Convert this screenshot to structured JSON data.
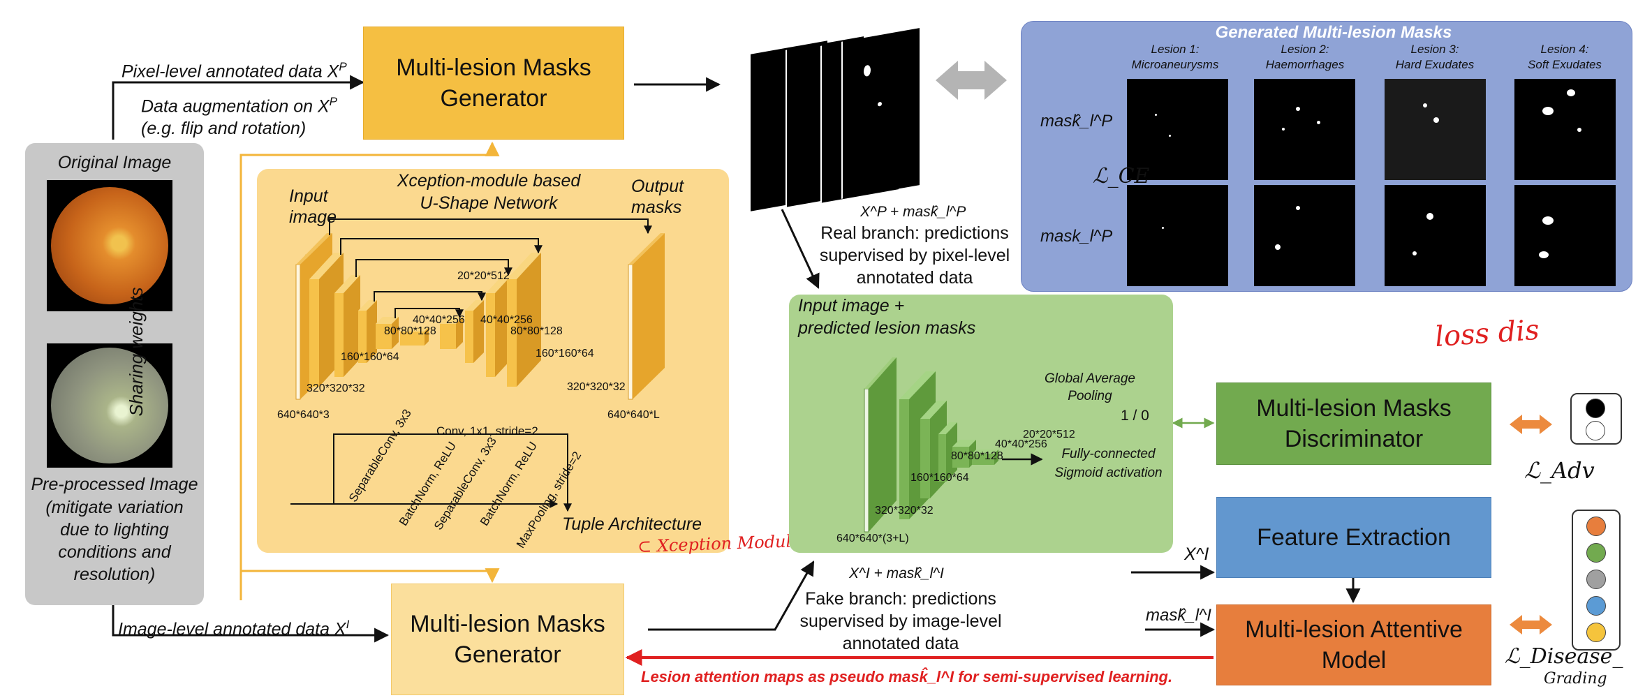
{
  "original_panel": {
    "title": "Original Image",
    "preprocessed_label": "Pre-processed Image",
    "preprocessed_note": [
      "(mitigate variation",
      "due to lighting",
      "conditions and",
      "resolution)"
    ]
  },
  "flows": {
    "pixel_label_prefix": "Pixel-level annotated data X",
    "pixel_label_sup": "P",
    "augment_prefix": "Data augmentation on X",
    "augment_sup": "P",
    "augment_note": "(e.g. flip and rotation)",
    "image_label_prefix": "Image-level annotated data X",
    "image_label_sup": "I",
    "sharing_weights": "Sharing weights"
  },
  "generator": {
    "title_lines": [
      "Multi-lesion Masks",
      "Generator"
    ]
  },
  "unet": {
    "title_lines": [
      "Xception-module based",
      "U-Shape Network"
    ],
    "input_label": [
      "Input",
      "image"
    ],
    "output_label": [
      "Output",
      "masks"
    ],
    "dims": [
      "640*640*3",
      "320*320*32",
      "160*160*64",
      "80*80*128",
      "40*40*256",
      "20*20*512",
      "40*40*256",
      "80*80*128",
      "160*160*64",
      "320*320*32",
      "640*640*L"
    ],
    "tuple_conv": "Conv, 1x1, stride=2",
    "tuple_ops": [
      "SeparableConv, 3x3",
      "BatchNorm, ReLU",
      "SeparableConv, 3x3",
      "BatchNorm, ReLU",
      "MaxPooling, stride=2"
    ],
    "tuple_label": "Tuple Architecture",
    "xception_note": "⊂ Xception Module"
  },
  "real_branch": {
    "formula": "X^P + mask̂_l^P",
    "text_lines": [
      "Real branch: predictions",
      "supervised by pixel-level",
      "annotated data"
    ]
  },
  "fake_branch": {
    "formula": "X^I + mask̂_l^I",
    "text_lines": [
      "Fake branch: predictions",
      "supervised  by image-level",
      "annotated data"
    ]
  },
  "generated_masks": {
    "title": "Generated Multi-lesion Masks",
    "lesions": [
      {
        "num": "Lesion 1:",
        "name": "Microaneurysms"
      },
      {
        "num": "Lesion 2:",
        "name": "Haemorrhages"
      },
      {
        "num": "Lesion 3:",
        "name": "Hard Exudates"
      },
      {
        "num": "Lesion 4:",
        "name": "Soft Exudates"
      }
    ],
    "row1_label": "mask̂_l^P",
    "row2_label": "mask_l^P",
    "loss_ce": "ℒ_CE"
  },
  "discriminator_net": {
    "title_lines": [
      "Input image +",
      "predicted lesion masks"
    ],
    "gap_lines": [
      "Global Average",
      "Pooling"
    ],
    "output": "1 / 0",
    "fc_lines": [
      "Fully-connected",
      "Sigmoid activation"
    ],
    "dims": [
      "640*640*(3+L)",
      "320*320*32",
      "160*160*64",
      "80*80*128",
      "40*40*256",
      "20*20*512"
    ]
  },
  "handwritten_note": "loss dis",
  "boxes": {
    "discriminator": [
      "Multi-lesion Masks",
      "Discriminator"
    ],
    "feature": [
      "Feature Extraction"
    ],
    "attentive": [
      "Multi-lesion Attentive",
      "Model"
    ]
  },
  "labels": {
    "xi": "X^I",
    "mask_i": "mask̂_l^I",
    "loss_adv": "ℒ_Adv",
    "loss_grading_main": "ℒ_Disease_",
    "loss_grading_sub": "Grading",
    "pseudo_prefix": "Lesion attention maps as pseudo ",
    "pseudo_mask": "mask̂_l^I",
    "pseudo_suffix": " for semi-supervised learning."
  },
  "colors": {
    "generator": "#f5bf42",
    "generator_light": "#fbdf9c",
    "unet_panel": "#fbd98f",
    "mask_panel": "#8fa3d6",
    "green_panel": "#acd28e",
    "discriminator": "#72aa4f",
    "feature": "#6297cf",
    "attentive": "#e77e3d",
    "gray_panel": "#c8c8c8",
    "red": "#e02020",
    "legend_grading": [
      "#e77e3d",
      "#72aa4f",
      "#a0a0a0",
      "#5b9bd5",
      "#f5c43c"
    ]
  }
}
